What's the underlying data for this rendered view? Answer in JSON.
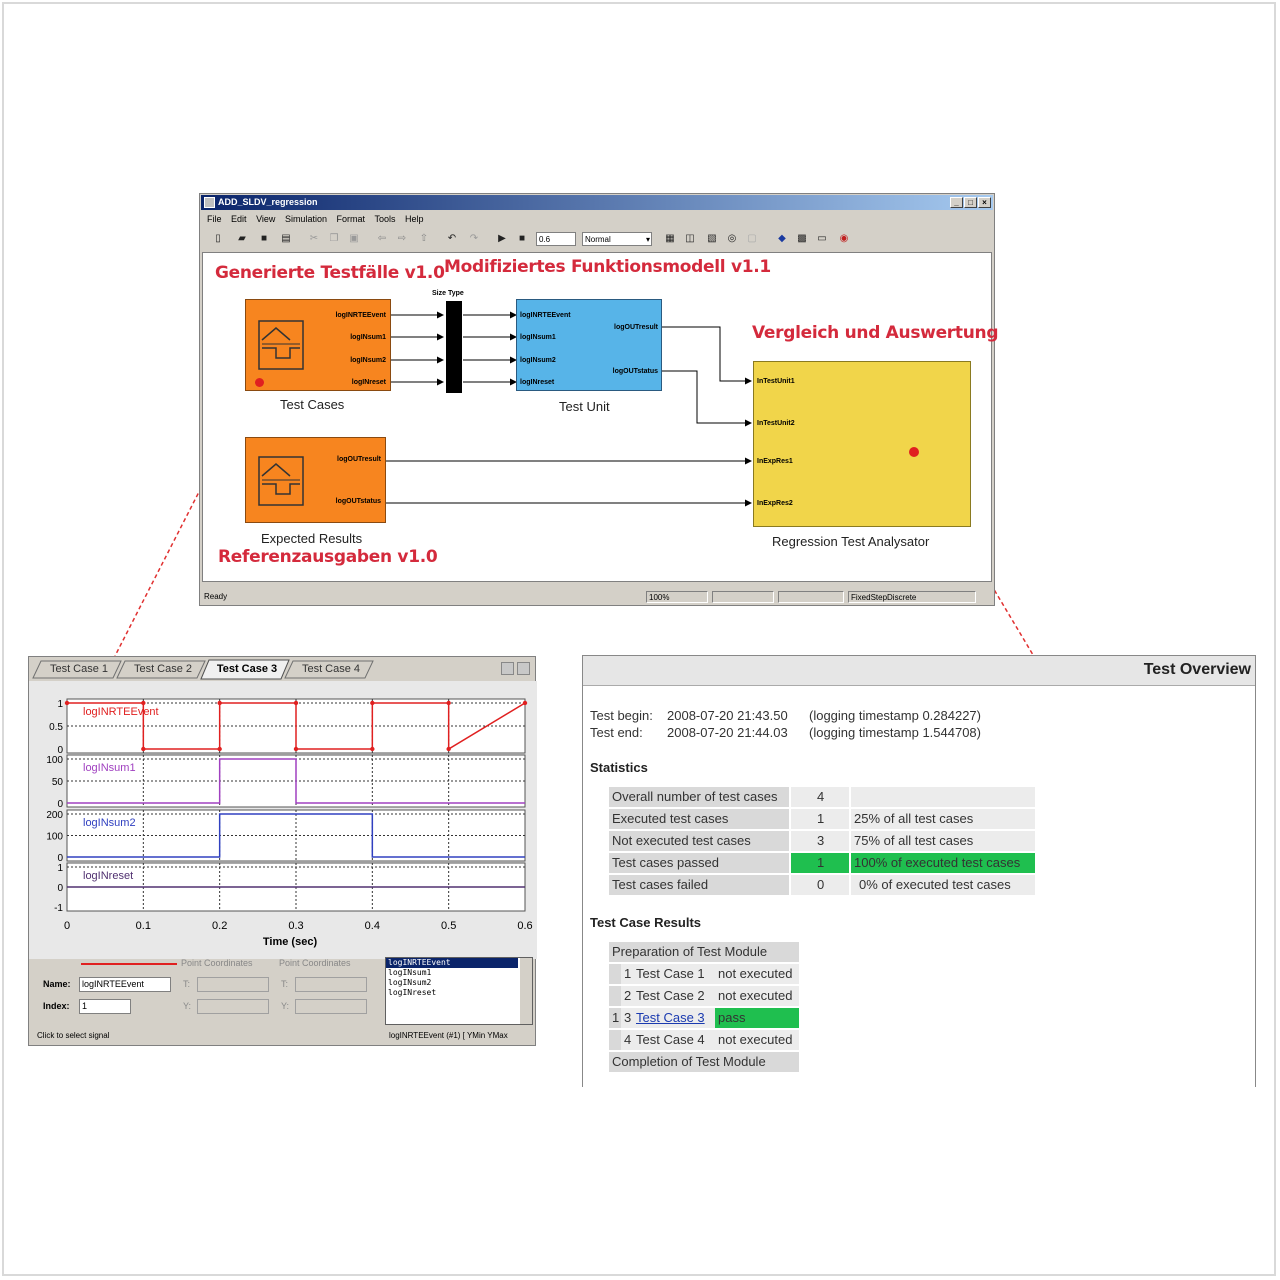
{
  "simulink": {
    "window_title": "ADD_SLDV_regression",
    "menu": [
      "File",
      "Edit",
      "View",
      "Simulation",
      "Format",
      "Tools",
      "Help"
    ],
    "stop_time": "0.6",
    "sim_mode": "Normal",
    "status_ready": "Ready",
    "status_zoom": "100%",
    "status_solver": "FixedStepDiscrete",
    "labels": {
      "generated": "Generierte Testfälle v1.0",
      "modified": "Modifiziertes Funktionsmodell v1.1",
      "compare": "Vergleich und Auswertung",
      "reference": "Referenzausgaben v1.0",
      "size_type": "Size Type"
    },
    "blocks": {
      "test_cases": {
        "name": "Test Cases",
        "ports": [
          "logINRTEEvent",
          "logINsum1",
          "logINsum2",
          "logINreset"
        ]
      },
      "expected": {
        "name": "Expected Results",
        "ports": [
          "logOUTresult",
          "logOUTstatus"
        ]
      },
      "test_unit": {
        "name": "Test Unit",
        "in_ports": [
          "logINRTEEvent",
          "logINsum1",
          "logINsum2",
          "logINreset"
        ],
        "out_ports": [
          "logOUTresult",
          "logOUTstatus"
        ]
      },
      "analyzer": {
        "name": "Regression Test Analysator",
        "ports": [
          "InTestUnit1",
          "InTestUnit2",
          "InExpRes1",
          "InExpRes2"
        ]
      }
    }
  },
  "signal_builder": {
    "tabs": [
      "Test Case 1",
      "Test Case 2",
      "Test Case 3",
      "Test Case 4"
    ],
    "active_tab": 2,
    "plots": [
      {
        "name": "logINRTEEvent",
        "yticks": [
          "1",
          "0.5",
          "0"
        ],
        "color": "#e02020"
      },
      {
        "name": "logINsum1",
        "yticks": [
          "100",
          "50",
          "0"
        ],
        "color": "#a040c0"
      },
      {
        "name": "logINsum2",
        "yticks": [
          "200",
          "100",
          "0"
        ],
        "color": "#3040c0"
      },
      {
        "name": "logINreset",
        "yticks": [
          "1",
          "0",
          "-1"
        ],
        "color": "#503070"
      }
    ],
    "xticks": [
      "0",
      "0.1",
      "0.2",
      "0.3",
      "0.4",
      "0.5",
      "0.6"
    ],
    "xlabel": "Time (sec)",
    "point_coordinates_1": "Point Coordinates",
    "point_coordinates_2": "Point Coordinates",
    "name_label": "Name:",
    "name_value": "logINRTEEvent",
    "index_label": "Index:",
    "index_value": "1",
    "t_label": "T:",
    "y_label": "Y:",
    "signal_list": [
      "logINRTEEvent",
      "logINsum1",
      "logINsum2",
      "logINreset"
    ],
    "status_left": "Click to select signal",
    "status_right": "logINRTEEvent (#1) [ YMin YMax"
  },
  "chart_data": {
    "type": "line",
    "xlabel": "Time (sec)",
    "xlim": [
      0,
      0.6
    ],
    "series": [
      {
        "name": "logINRTEEvent",
        "x": [
          0,
          0.1,
          0.1,
          0.2,
          0.2,
          0.3,
          0.3,
          0.4,
          0.4,
          0.5,
          0.5,
          0.6
        ],
        "y": [
          1,
          1,
          0,
          0,
          1,
          1,
          0,
          0,
          1,
          1,
          0,
          1
        ],
        "ylim": [
          0,
          1
        ]
      },
      {
        "name": "logINsum1",
        "x": [
          0,
          0.2,
          0.2,
          0.3,
          0.3,
          0.6
        ],
        "y": [
          0,
          0,
          100,
          100,
          0,
          0
        ],
        "ylim": [
          0,
          100
        ]
      },
      {
        "name": "logINsum2",
        "x": [
          0,
          0.2,
          0.2,
          0.4,
          0.4,
          0.6
        ],
        "y": [
          0,
          0,
          200,
          200,
          0,
          0
        ],
        "ylim": [
          0,
          200
        ]
      },
      {
        "name": "logINreset",
        "x": [
          0,
          0.6
        ],
        "y": [
          0,
          0
        ],
        "ylim": [
          -1,
          1
        ]
      }
    ]
  },
  "overview": {
    "title": "Test Overview",
    "begin_label": "Test begin:",
    "begin_value": "2008-07-20 21:43.50",
    "begin_stamp": "(logging timestamp 0.284227)",
    "end_label": "Test end:",
    "end_value": "2008-07-20 21:44.03",
    "end_stamp": "(logging timestamp 1.544708)",
    "statistics_title": "Statistics",
    "statistics": [
      {
        "label": "Overall number of test cases",
        "count": "4",
        "note": ""
      },
      {
        "label": "Executed test cases",
        "count": "1",
        "note": "25% of all test cases"
      },
      {
        "label": "Not executed test cases",
        "count": "3",
        "note": "75% of all test cases"
      },
      {
        "label": "Test cases passed",
        "count": "1",
        "note": "100% of executed test cases"
      },
      {
        "label": "Test cases failed",
        "count": "0",
        "note": "0% of executed test cases"
      }
    ],
    "results_title": "Test Case Results",
    "prep": "Preparation of Test Module",
    "rows": [
      {
        "mark": "",
        "num": "1",
        "name": "Test Case 1",
        "status": "not executed"
      },
      {
        "mark": "",
        "num": "2",
        "name": "Test Case 2",
        "status": "not executed"
      },
      {
        "mark": "1",
        "num": "3",
        "name": "Test Case 3",
        "status": "pass"
      },
      {
        "mark": "",
        "num": "4",
        "name": "Test Case 4",
        "status": "not executed"
      }
    ],
    "completion": "Completion of Test Module"
  },
  "colors": {
    "orange": "#f7851f",
    "blue": "#57b4e8",
    "yellow": "#f1d54a",
    "red_title": "#d42a3c",
    "pass_green": "#1fbf4f"
  }
}
